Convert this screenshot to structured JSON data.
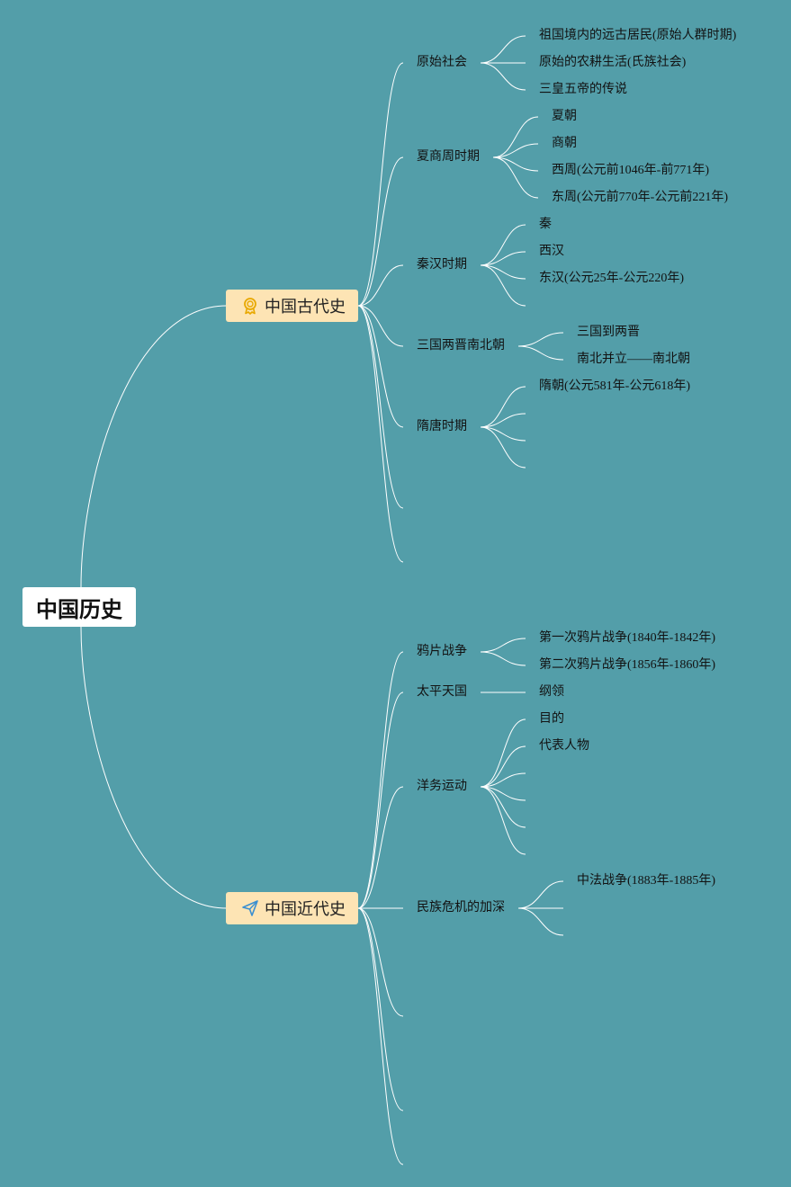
{
  "root": {
    "label": "中国历史"
  },
  "branches": [
    {
      "label": "中国古代史",
      "icon": "award-ribbon-icon",
      "topics": [
        {
          "label": "原始社会",
          "items": [
            "祖国境内的远古居民(原始人群时期)",
            "原始的农耕生活(氏族社会)",
            "三皇五帝的传说"
          ]
        },
        {
          "label": "夏商周时期",
          "items": [
            "夏朝",
            "商朝",
            "西周(公元前1046年-前771年)",
            "东周(公元前770年-公元前221年)"
          ]
        },
        {
          "label": "秦汉时期",
          "items": [
            "秦",
            "西汉",
            "东汉(公元25年-公元220年)"
          ]
        },
        {
          "label": "三国两晋南北朝",
          "items": [
            "三国到两晋",
            "南北并立——南北朝"
          ]
        },
        {
          "label": "隋唐时期",
          "items": [
            "隋朝(公元581年-公元618年)"
          ]
        }
      ]
    },
    {
      "label": "中国近代史",
      "icon": "paper-plane-icon",
      "topics": [
        {
          "label": "鸦片战争",
          "items": [
            "第一次鸦片战争(1840年-1842年)",
            "第二次鸦片战争(1856年-1860年)"
          ]
        },
        {
          "label": "太平天国",
          "items": [
            "纲领"
          ]
        },
        {
          "label": "洋务运动",
          "items": [
            "目的",
            "代表人物"
          ]
        },
        {
          "label": "民族危机的加深",
          "items": [
            "中法战争(1883年-1885年)"
          ]
        }
      ]
    }
  ]
}
